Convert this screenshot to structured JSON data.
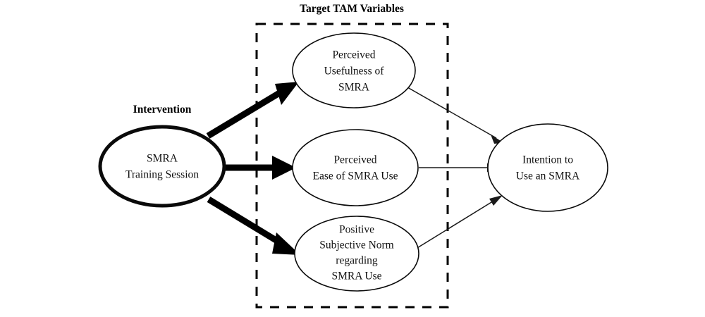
{
  "diagram": {
    "title": "Target TAM Variables",
    "group_box": {
      "label": "Target TAM Variables"
    },
    "intervention_caption": "Intervention",
    "nodes": {
      "intervention": {
        "name": "SMRA Training Session",
        "lines": [
          "SMRA",
          "Training  Session"
        ],
        "caption": "Intervention",
        "emphasis": true
      },
      "perceived_usefulness": {
        "name": "Perceived Usefulness of SMRA",
        "lines": [
          "Perceived",
          "Usefulness of",
          "SMRA"
        ],
        "emphasis": false
      },
      "perceived_ease": {
        "name": "Perceived Ease of SMRA Use",
        "lines": [
          "Perceived",
          "Ease of SMRA Use"
        ],
        "emphasis": false
      },
      "subjective_norm": {
        "name": "Positive Subjective Norm regarding SMRA Use",
        "lines": [
          "Positive",
          "Subjective Norm",
          "regarding",
          "SMRA Use"
        ],
        "emphasis": false
      },
      "intention": {
        "name": "Intention to Use an SMRA",
        "lines": [
          "Intention to",
          "Use an SMRA"
        ],
        "emphasis": false
      }
    },
    "edges": [
      {
        "id": "edge-intervention-to-usefulness",
        "from": "SMRA Training Session",
        "to": "Perceived Usefulness of SMRA",
        "style": "thick"
      },
      {
        "id": "edge-intervention-to-ease",
        "from": "SMRA Training Session",
        "to": "Perceived Ease of SMRA Use",
        "style": "thick"
      },
      {
        "id": "edge-intervention-to-norm",
        "from": "SMRA Training Session",
        "to": "Positive Subjective Norm regarding SMRA Use",
        "style": "thick"
      },
      {
        "id": "edge-usefulness-to-intention",
        "from": "Perceived Usefulness of SMRA",
        "to": "Intention to Use an SMRA",
        "style": "thin"
      },
      {
        "id": "edge-ease-to-intention",
        "from": "Perceived Ease of SMRA Use",
        "to": "Intention to Use an SMRA",
        "style": "thin"
      },
      {
        "id": "edge-norm-to-intention",
        "from": "Positive Subjective Norm regarding SMRA Use",
        "to": "Intention to Use an SMRA",
        "style": "thin"
      }
    ],
    "colors": {
      "stroke": "#000000",
      "background": "#ffffff",
      "text": "#111111"
    }
  }
}
